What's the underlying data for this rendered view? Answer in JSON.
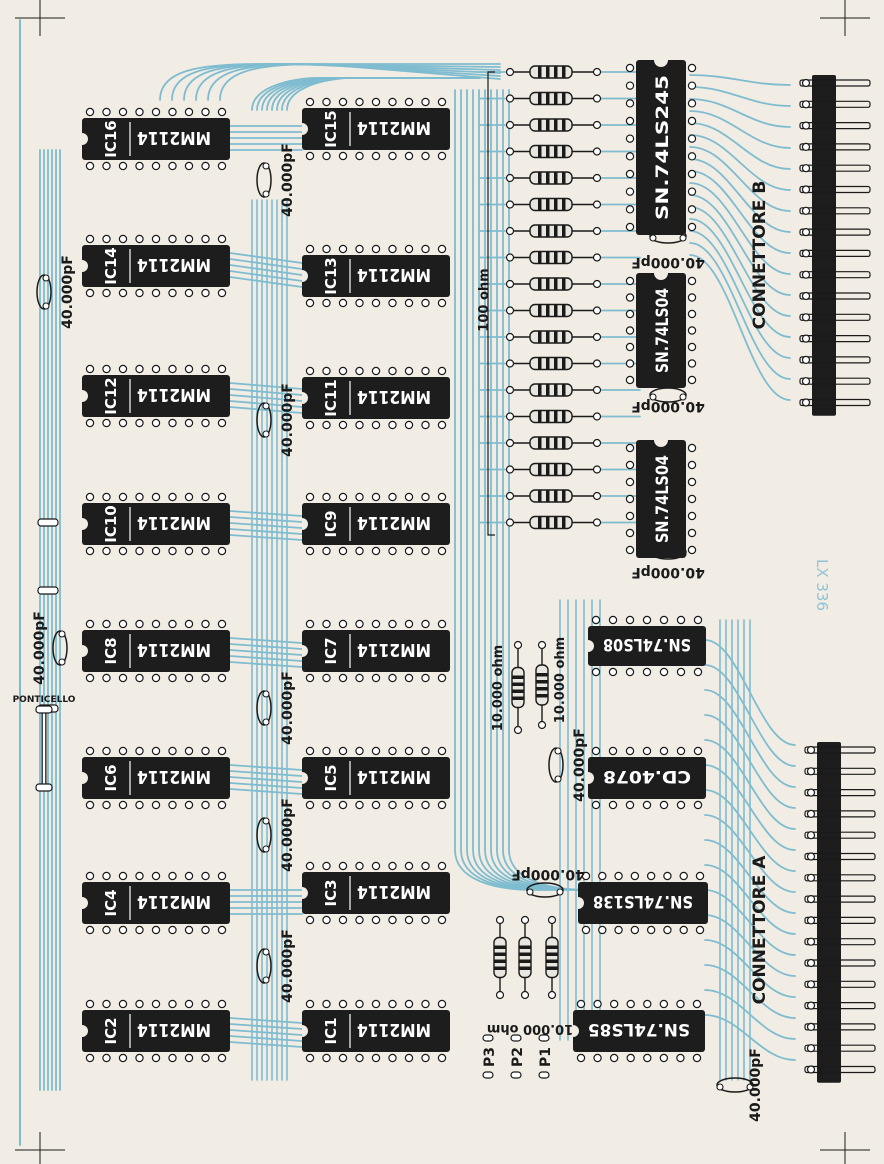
{
  "colors": {
    "paper": "#f1ede4",
    "trace": "#7fbcd0",
    "chip_body": "#1d1d1d",
    "chip_text": "#ffffff",
    "ink": "#1a1a1a",
    "resistor_body": "#e8e6de"
  },
  "memory_chips": [
    {
      "ref": "IC16",
      "part": "MM2114"
    },
    {
      "ref": "IC15",
      "part": "MM2114"
    },
    {
      "ref": "IC14",
      "part": "MM2114"
    },
    {
      "ref": "IC13",
      "part": "MM2114"
    },
    {
      "ref": "IC12",
      "part": "MM2114"
    },
    {
      "ref": "IC11",
      "part": "MM2114"
    },
    {
      "ref": "IC10",
      "part": "MM2114"
    },
    {
      "ref": "IC9",
      "part": "MM2114"
    },
    {
      "ref": "IC8",
      "part": "MM2114"
    },
    {
      "ref": "IC7",
      "part": "MM2114"
    },
    {
      "ref": "IC6",
      "part": "MM2114"
    },
    {
      "ref": "IC5",
      "part": "MM2114"
    },
    {
      "ref": "IC4",
      "part": "MM2114"
    },
    {
      "ref": "IC3",
      "part": "MM2114"
    },
    {
      "ref": "IC2",
      "part": "MM2114"
    },
    {
      "ref": "IC1",
      "part": "MM2114"
    }
  ],
  "logic_chips_vertical": [
    "SN.74LS245",
    "SN.74LS04",
    "SN.74LS04"
  ],
  "logic_chips_horizontal": [
    "SN.74LS08",
    "CD.4078",
    "SN.74LS138",
    "SN.74LS85"
  ],
  "capacitor_label": "40.000pF",
  "resistor_network_label": "100 ohm",
  "resistor_label_10k": "10.000 ohm",
  "ponticello_label": "PONTICELLO",
  "connector_a_label": "CONNETTORE  A",
  "connector_b_label": "CONNETTORE  B",
  "jumper_labels": [
    "P3",
    "P2",
    "P1"
  ],
  "board_code": "LX 336"
}
